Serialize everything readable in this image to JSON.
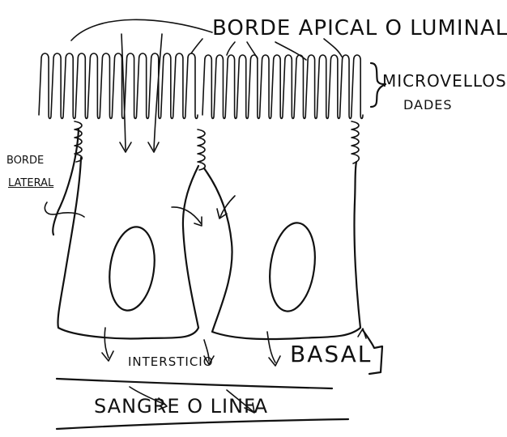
{
  "labels": {
    "apical": "BORDE APICAL O LUMINAL",
    "microvellosidades_line1": "MICROVELLOSI-",
    "microvellosidades_line2": "DADES",
    "borde": "BORDE",
    "lateral": "LATERAL",
    "intersticio": "INTERSTICIO",
    "basal": "BASAL",
    "sangre_linfa": "SANGRE O LINFA"
  }
}
